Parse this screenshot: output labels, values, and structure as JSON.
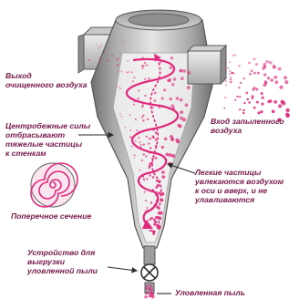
{
  "colors": {
    "label": "#7a1848",
    "accent": "#e0297c",
    "metal_light": "#d0d0d0",
    "metal_dark": "#5a5a5a",
    "arrow": "#2a2a2a"
  },
  "labels": {
    "outlet": {
      "line1": "Выход",
      "line2": "очищенного воздуха"
    },
    "inlet": {
      "line1": "Вход запыленного",
      "line2": "воздуха"
    },
    "centrifugal": {
      "line1": "Центробежные силы",
      "line2": "отбрасывают",
      "line3": "тяжелые частицы",
      "line4": "к стенкам"
    },
    "light_particles": {
      "line1": "Легкие частицы",
      "line2": "увлекаются воздухом",
      "line3": "к оси и вверх, и не",
      "line4": "улавливаются"
    },
    "cross_section": "Поперечное сечение",
    "discharge": {
      "line1": "Устройство для",
      "line2": "выгрузки",
      "line3": "уловленной пыли"
    },
    "collected_dust": "Уловленная пыль"
  },
  "icons": {
    "valve": "valve-x-icon",
    "spiral": "spiral-vortex-icon"
  }
}
